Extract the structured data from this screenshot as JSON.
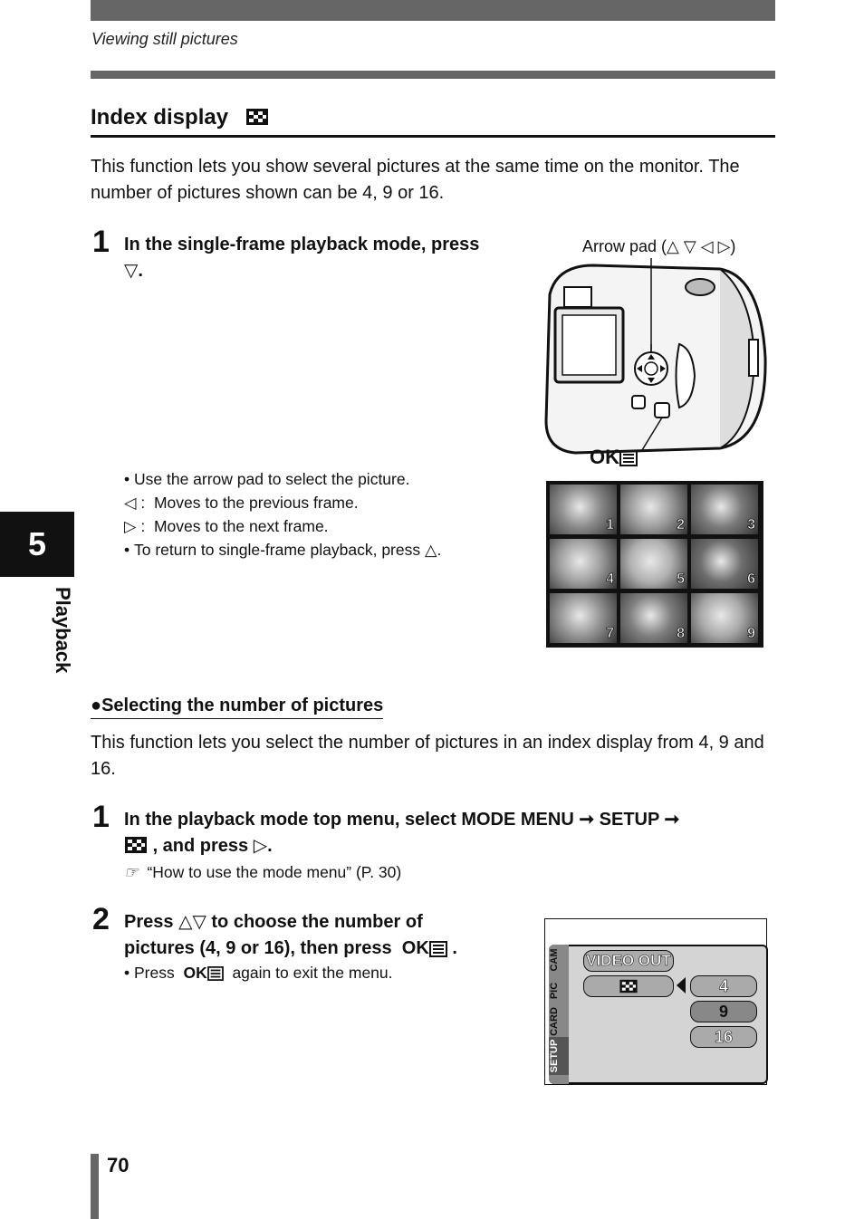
{
  "header": {
    "running_title": "Viewing still pictures"
  },
  "section": {
    "title": "Index display"
  },
  "intro": "This function lets you show several pictures at the same time on the monitor. The number of pictures shown can be 4, 9 or 16.",
  "step1": {
    "number": "1",
    "line1": "In the single-frame playback mode, press",
    "line2_suffix": "."
  },
  "camera_figure": {
    "arrow_pad_label": "Arrow pad (",
    "arrow_pad_close": ")",
    "ok_label": "OK"
  },
  "bullets": {
    "b1": "Use the arrow pad to select the picture.",
    "b2_sep": ":",
    "b2": "Moves to the previous frame.",
    "b3_sep": ":",
    "b3": "Moves to the next frame.",
    "b4": "To return to single-frame playback, press",
    "b4_end": "."
  },
  "thumbs": [
    "1",
    "2",
    "3",
    "4",
    "5",
    "6",
    "7",
    "8",
    "9"
  ],
  "subsection": {
    "title": "Selecting the number of pictures"
  },
  "sub_intro": "This function lets you select the number of pictures in an index display from 4, 9 and 16.",
  "sub_step1": {
    "number": "1",
    "line1a": "In the playback mode top menu, select MODE MENU",
    "line1b": "SETUP",
    "line2": ", and press",
    "line2_end": ".",
    "ref": "“How to use the mode menu” (P. 30)"
  },
  "sub_step2": {
    "number": "2",
    "press": "Press",
    "line1": "to choose the number of",
    "line2": "pictures (4, 9 or 16), then press",
    "line2_ok": "OK",
    "line2_end": ".",
    "bullet_a": "Press",
    "bullet_ok": "OK",
    "bullet_b": "again to exit the menu."
  },
  "menu_screen": {
    "tabs": [
      "CAM",
      "PIC",
      "CARD",
      "SETUP"
    ],
    "video_out": "VIDEO OUT",
    "options": [
      "4",
      "9",
      "16"
    ]
  },
  "side_tab": {
    "chapter": "5",
    "label": "Playback"
  },
  "footer": {
    "page_number": "70"
  }
}
